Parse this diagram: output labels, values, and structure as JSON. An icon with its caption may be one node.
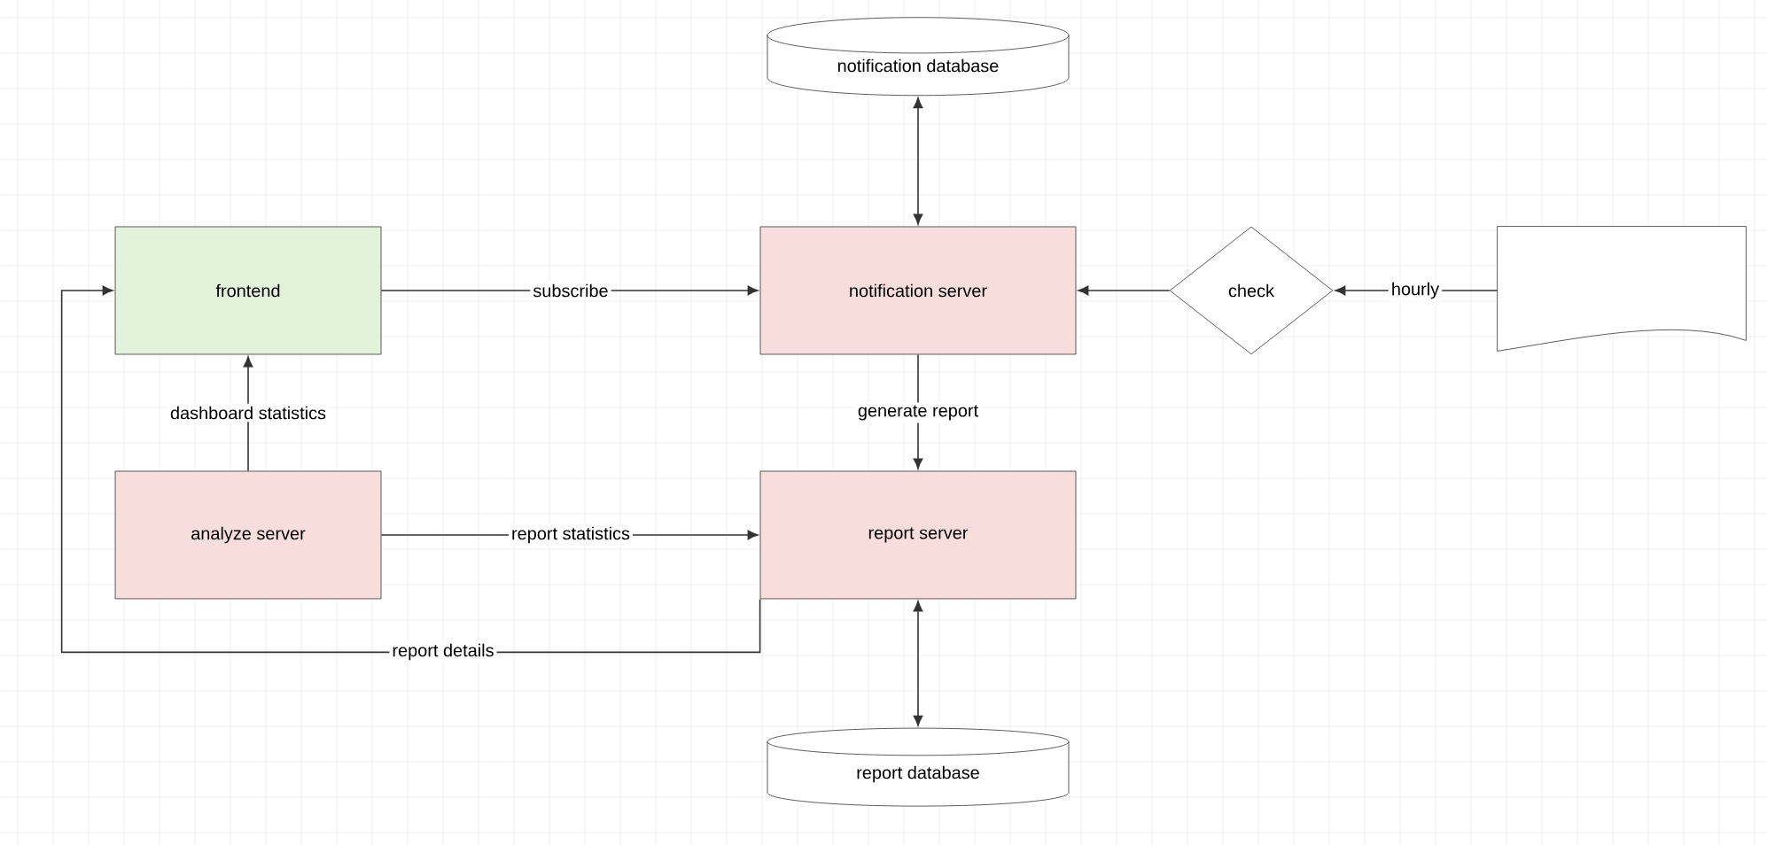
{
  "diagram": {
    "nodes": [
      {
        "text": [
          "notification database"
        ]
      },
      {
        "text": [
          "frontend"
        ]
      },
      {
        "text": [
          "notification server"
        ]
      },
      {
        "text": [
          "check"
        ]
      },
      {
        "text": [],
        "shape": "document"
      },
      {
        "text": [
          "analyze server"
        ]
      },
      {
        "text": [
          "report server"
        ]
      },
      {
        "text": [
          "report database"
        ]
      }
    ],
    "edges": [
      {
        "from": 2,
        "to": 0,
        "arrow": "both"
      },
      {
        "from": 1,
        "to": 2,
        "arrow": "to",
        "label": "subscribe"
      },
      {
        "from": 3,
        "to": 2,
        "arrow": "to"
      },
      {
        "from": 4,
        "to": 3,
        "arrow": "to",
        "label": "hourly"
      },
      {
        "from": 5,
        "to": 1,
        "arrow": "to",
        "label": "dashboard statistics"
      },
      {
        "from": 2,
        "to": 6,
        "arrow": "to",
        "label": "generate report"
      },
      {
        "from": 5,
        "to": 6,
        "arrow": "to",
        "label": "report statistics"
      },
      {
        "from": 6,
        "to": 1,
        "arrow": "to",
        "label": "report details"
      },
      {
        "from": 6,
        "to": 7,
        "arrow": "both"
      }
    ]
  }
}
